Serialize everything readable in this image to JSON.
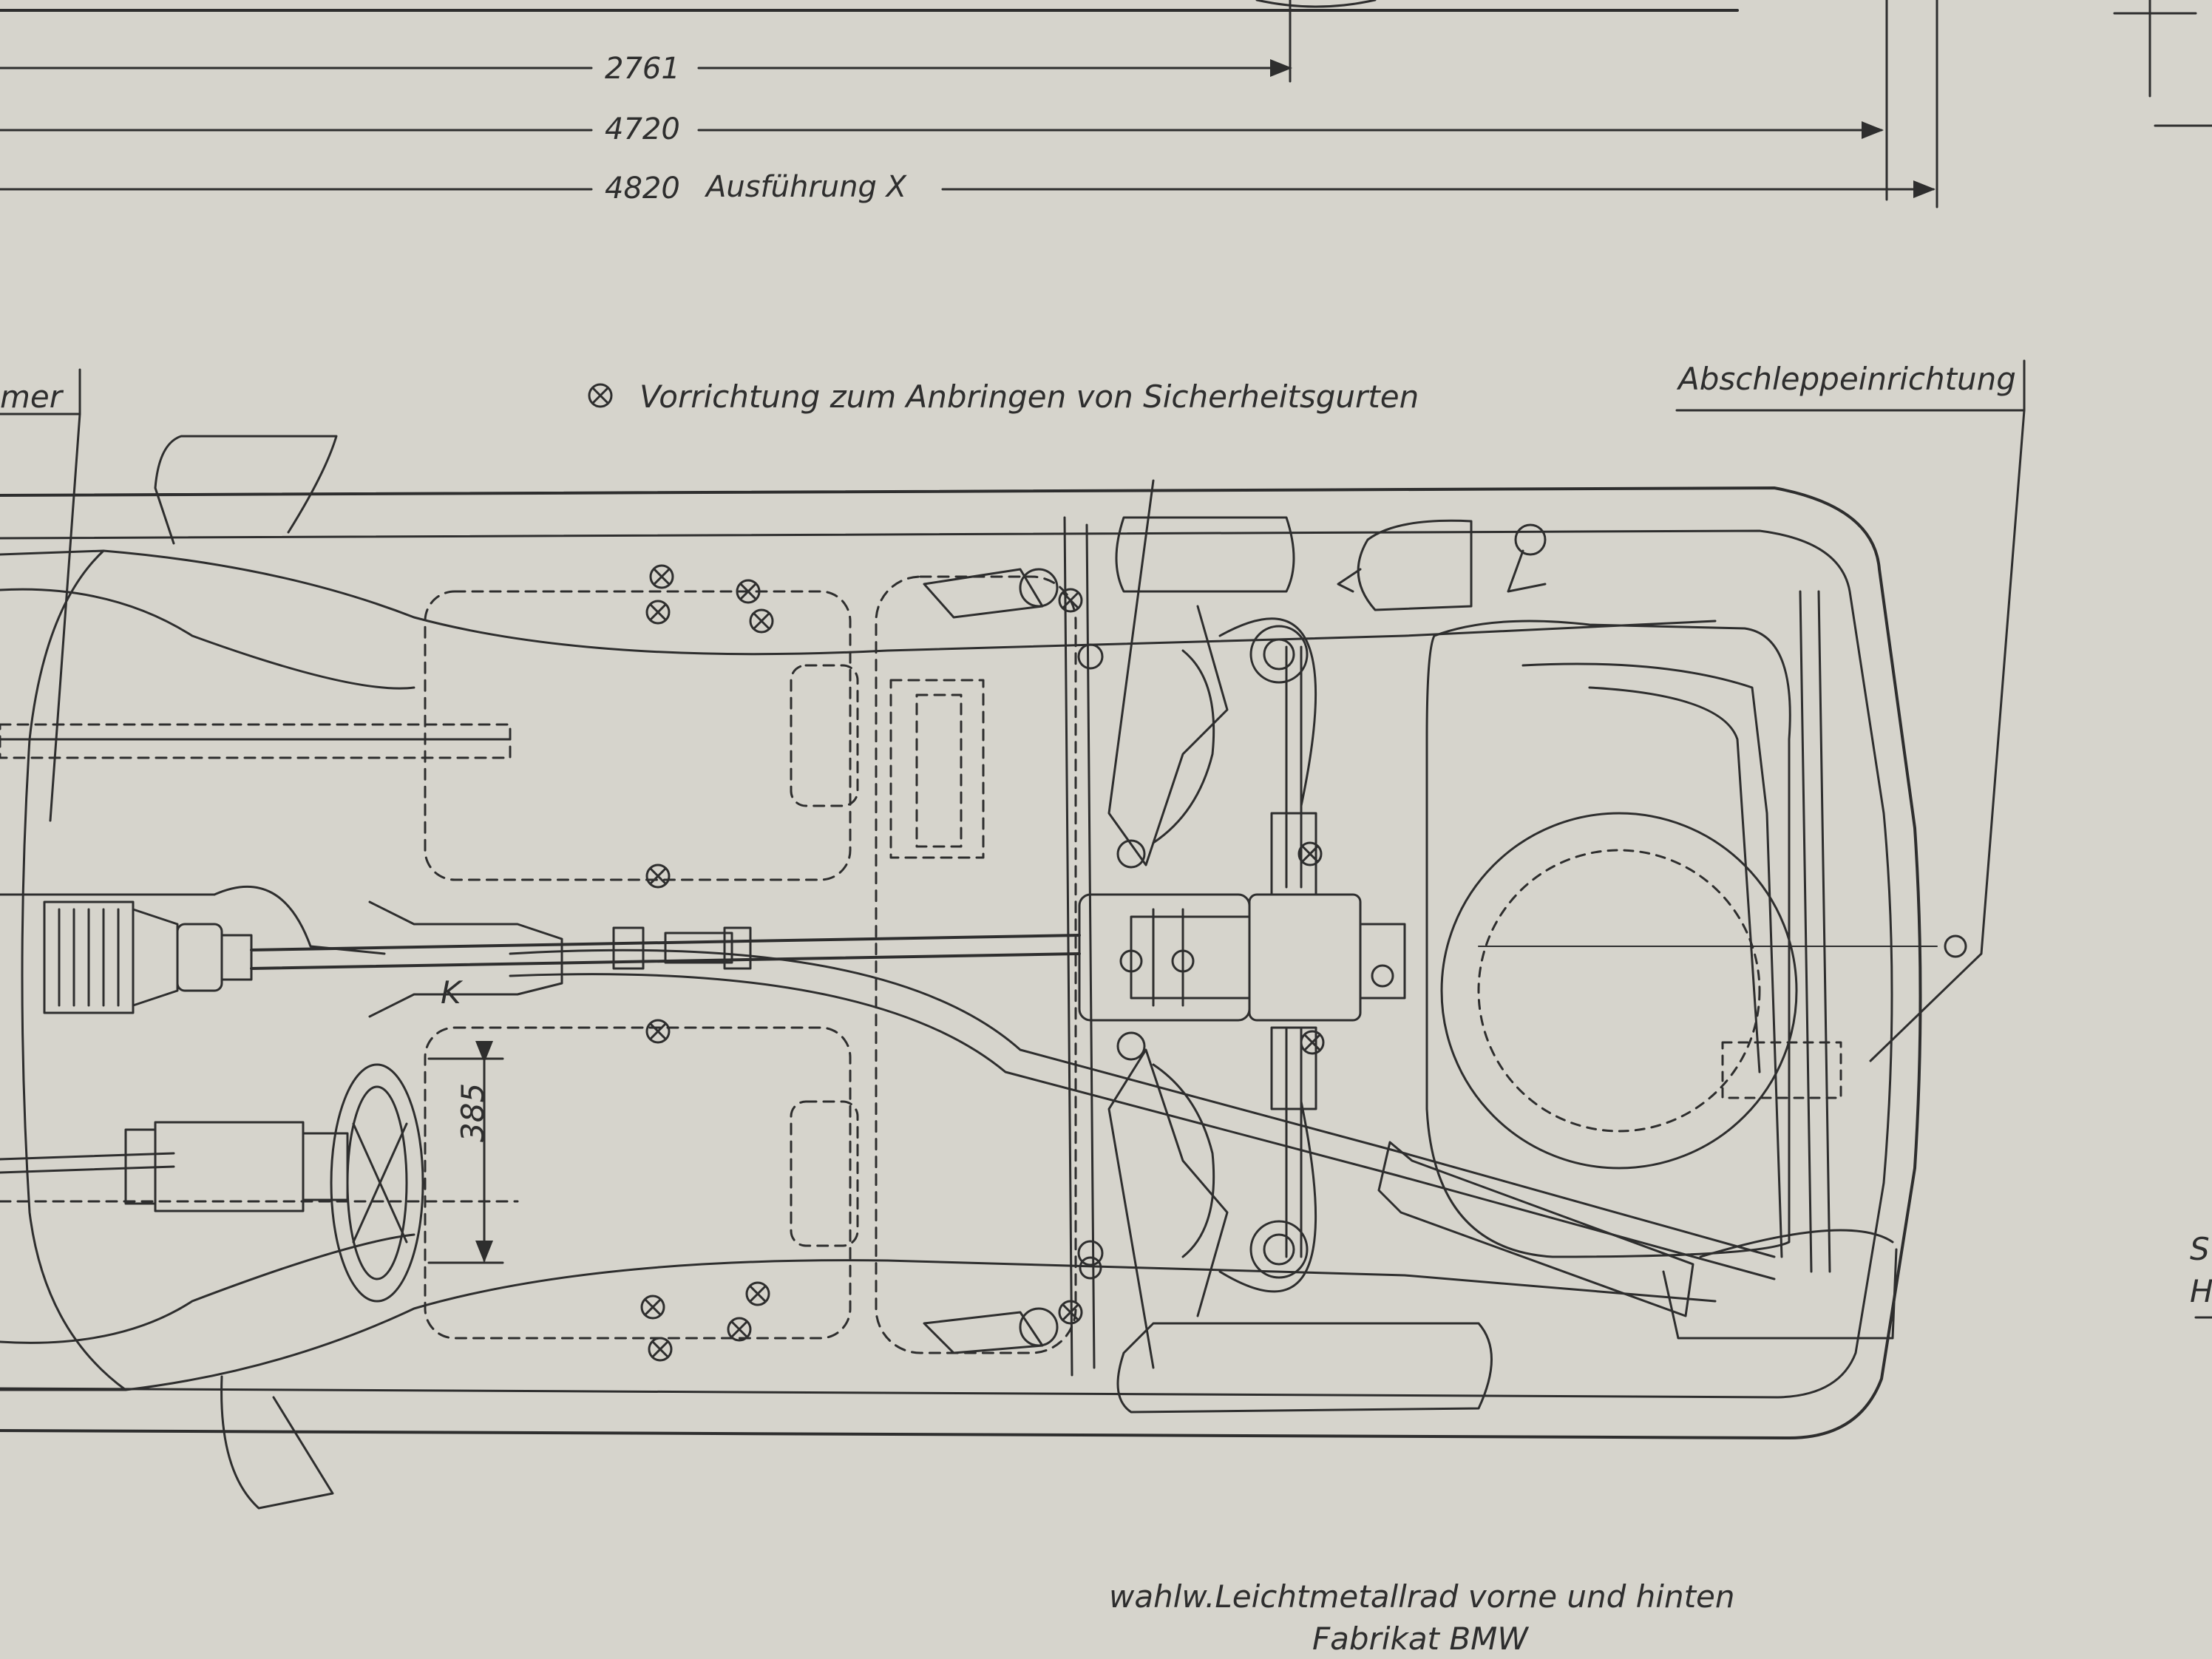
{
  "dimensions": {
    "wheelbase": "2761",
    "length": "4720",
    "length_variant": "4820",
    "variant_label": "Ausführung X"
  },
  "labels": {
    "seatbelt_legend": "Vorrichtung zum Anbringen von Sicherheitsgurten",
    "towing": "Abschleppeinrichtung",
    "left_cut": "mer",
    "k_mark": "K",
    "seat_dim": "385",
    "wheel_note_1": "wahlw.Leichtmetallrad vorne und hinten",
    "wheel_note_2": "Fabrikat BMW",
    "right_cut_1": "S",
    "right_cut_2": "H"
  },
  "colors": {
    "paper": "#d6d4cc",
    "ink": "#2e2e2e"
  },
  "icons": {
    "seatbelt_point": "circle-x-icon"
  }
}
